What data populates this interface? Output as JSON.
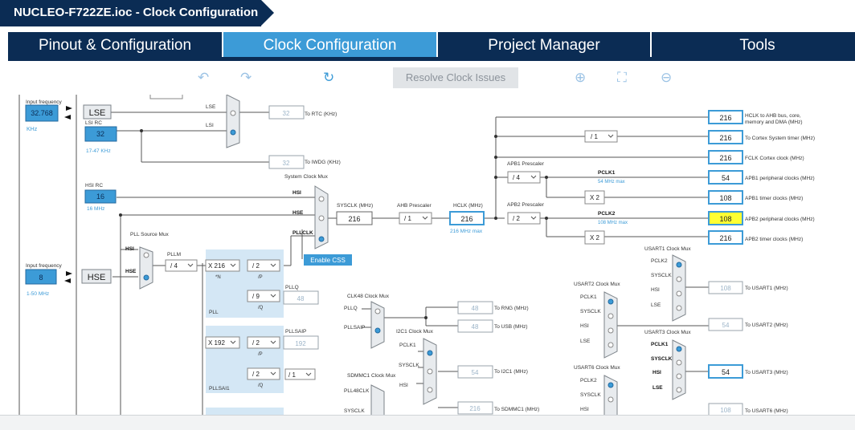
{
  "title": "NUCLEO-F722ZE.ioc - Clock Configuration",
  "tabs": [
    {
      "label": "Pinout & Configuration"
    },
    {
      "label": "Clock Configuration"
    },
    {
      "label": "Project Manager"
    },
    {
      "label": "Tools"
    }
  ],
  "toolbar": {
    "resolve_label": "Resolve Clock Issues",
    "undo_icon": "undo-icon",
    "redo_icon": "redo-icon",
    "refresh_icon": "refresh-icon",
    "zoom_in_icon": "zoom-in-icon",
    "fit_icon": "fit-icon",
    "zoom_out_icon": "zoom-out-icon"
  },
  "left": {
    "input_freq_label": "Input frequency",
    "lse_value": "32.768",
    "lse_unit": "KHz",
    "lse_label": "LSE",
    "lsi_rc_label": "LSI RC",
    "lsi_value": "32",
    "lsi_range": "17-47 KHz",
    "hsi_rc_label": "HSI RC",
    "hsi_value": "16",
    "hsi_unit": "16 MHz",
    "hse_input_label": "Input frequency",
    "hse_value": "8",
    "hse_range": "1-50 MHz",
    "hse_label": "HSE"
  },
  "rtc": {
    "mux_lse": "LSE",
    "mux_lsi": "LSI",
    "rtc_value": "32",
    "rtc_label": "To RTC (KHz)",
    "iwdg_value": "32",
    "iwdg_label": "To IWDG (KHz)"
  },
  "pll": {
    "source_mux": "PLL Source Mux",
    "hsi": "HSI",
    "hse": "HSE",
    "plm_label": "PLLM",
    "plm_value": "/ 4",
    "n_value": "X 216",
    "n_label": "*N",
    "p_value": "/ 2",
    "p_label": "/P",
    "q_value": "/ 9",
    "q_label": "/Q",
    "pllq_label": "PLLQ",
    "pllq_value": "48",
    "pll_label": "PLL",
    "sai_n": "X 192",
    "sai_p": "/ 2",
    "sai_p_label": "/P",
    "pllsaip_label": "PLLSAIP",
    "pllsaip_value": "192",
    "sai_q": "/ 2",
    "sai_q_label": "/Q",
    "sai_div": "/ 1",
    "pllsai1_label": "PLLSAI1"
  },
  "system": {
    "mux_label": "System Clock Mux",
    "hsi": "HSI",
    "hse": "HSE",
    "pllclk": "PLLCLK",
    "css_label": "Enable CSS",
    "sysclk_label": "SYSCLK (MHz)",
    "sysclk_value": "216",
    "ahb_label": "AHB Prescaler",
    "ahb_value": "/ 1",
    "hclk_label": "HCLK (MHz)",
    "hclk_value": "216",
    "hclk_max": "216 MHz max",
    "apb1_label": "APB1 Prescaler",
    "apb1_value": "/ 4",
    "pclk1_label": "PCLK1",
    "pclk1_max": "54 MHz max",
    "x2a": "X 2",
    "apb2_label": "APB2 Prescaler",
    "apb2_value": "/ 2",
    "pclk2_label": "PCLK2",
    "pclk2_max": "108 MHz max",
    "x2b": "X 2",
    "cortex_div": "/ 1"
  },
  "outputs": [
    {
      "value": "216",
      "label": "HCLK to AHB bus, core,",
      "label2": "memory and DMA (MHz)"
    },
    {
      "value": "216",
      "label": "To Cortex System timer (MHz)",
      "label2": ""
    },
    {
      "value": "216",
      "label": "FCLK Cortex clock (MHz)",
      "label2": ""
    },
    {
      "value": "54",
      "label": "APB1 peripheral clocks (MHz)",
      "label2": ""
    },
    {
      "value": "108",
      "label": "APB1 timer clocks (MHz)",
      "label2": ""
    },
    {
      "value": "108",
      "label": "APB2 peripheral clocks (MHz)",
      "label2": ""
    },
    {
      "value": "216",
      "label": "APB2 timer clocks (MHz)",
      "label2": ""
    }
  ],
  "peripherals": {
    "clk48_label": "CLK48 Clock Mux",
    "pllq": "PLLQ",
    "pllsaip": "PLLSAIP",
    "rng_value": "48",
    "rng_label": "To RNG (MHz)",
    "usb_value": "48",
    "usb_label": "To USB (MHz)",
    "i2c1_mux": "I2C1 Clock Mux",
    "i2c_pclk1": "PCLK1",
    "i2c_sysclk": "SYSCLK",
    "i2c_hsi": "HSI",
    "i2c1_value": "54",
    "i2c1_label": "To I2C1 (MHz)",
    "sdmmc_mux": "SDMMC1 Clock Mux",
    "pll48clk": "PLL48CLK",
    "sdmmc_sysclk": "SYSCLK",
    "sdmmc_value": "216",
    "sdmmc_label": "To SDMMC1 (MHz)",
    "usart1_mux": "USART1 Clock Mux",
    "u1_pclk2": "PCLK2",
    "u1_sysclk": "SYSCLK",
    "u1_hsi": "HSI",
    "u1_lse": "LSE",
    "u1_value": "108",
    "u1_label": "To USART1 (MHz)",
    "usart2_mux": "USART2 Clock Mux",
    "u2_pclk1": "PCLK1",
    "u2_sysclk": "SYSCLK",
    "u2_hsi": "HSI",
    "u2_lse": "LSE",
    "u2_value": "54",
    "u2_label": "To USART2 (MHz)",
    "usart3_mux": "USART3 Clock Mux",
    "u3_pclk1": "PCLK1",
    "u3_sysclk": "SYSCLK",
    "u3_hsi": "HSI",
    "u3_lse": "LSE",
    "u3_value": "54",
    "u3_label": "To USART3 (MHz)",
    "usart6_mux": "USART6 Clock Mux",
    "u6_pclk2": "PCLK2",
    "u6_sysclk": "SYSCLK",
    "u6_hsi": "HSI",
    "u6_value": "108",
    "u6_label": "To USART6 (MHz)"
  },
  "colors": {
    "navy": "#0b2c54",
    "blue": "#3c9bd7",
    "highlight": "#ffff33",
    "panel": "#d4e7f5"
  }
}
